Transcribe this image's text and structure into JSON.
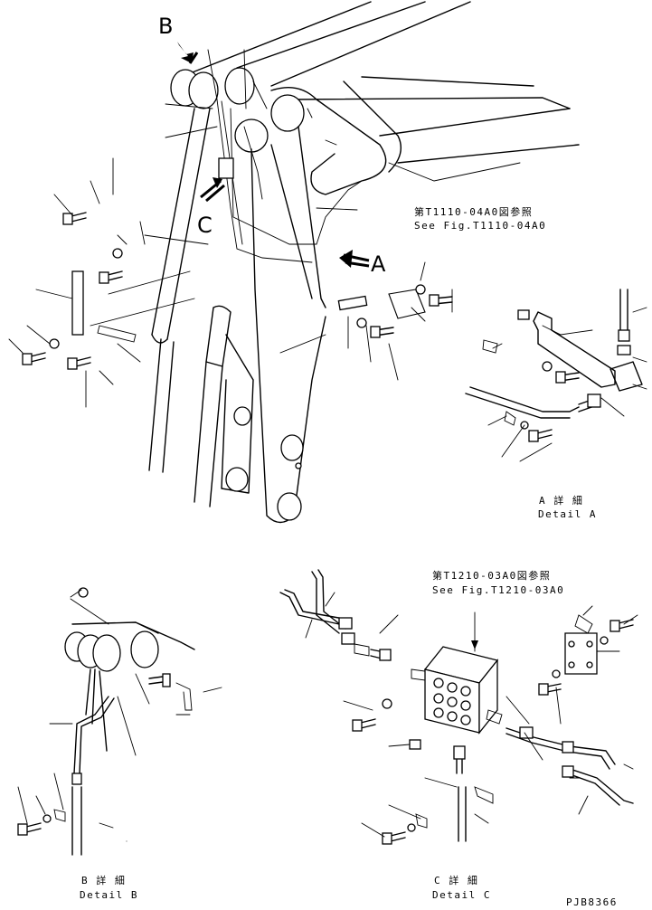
{
  "labels": {
    "view_b": "B",
    "view_c": "C",
    "view_a": "A"
  },
  "refs": {
    "fig_t1110_jp": "第T1110-04A0図参照",
    "fig_t1110_en": "See Fig.T1110-04A0",
    "fig_t1210_jp": "第T1210-03A0図参照",
    "fig_t1210_en": "See Fig.T1210-03A0"
  },
  "details": {
    "a_jp": "A 詳 細",
    "a_en": "Detail A",
    "b_jp": "B 詳 細",
    "b_en": "Detail B",
    "c_jp": "C 詳 細",
    "c_en": "Detail C"
  },
  "drawing_code": "PJB8366"
}
